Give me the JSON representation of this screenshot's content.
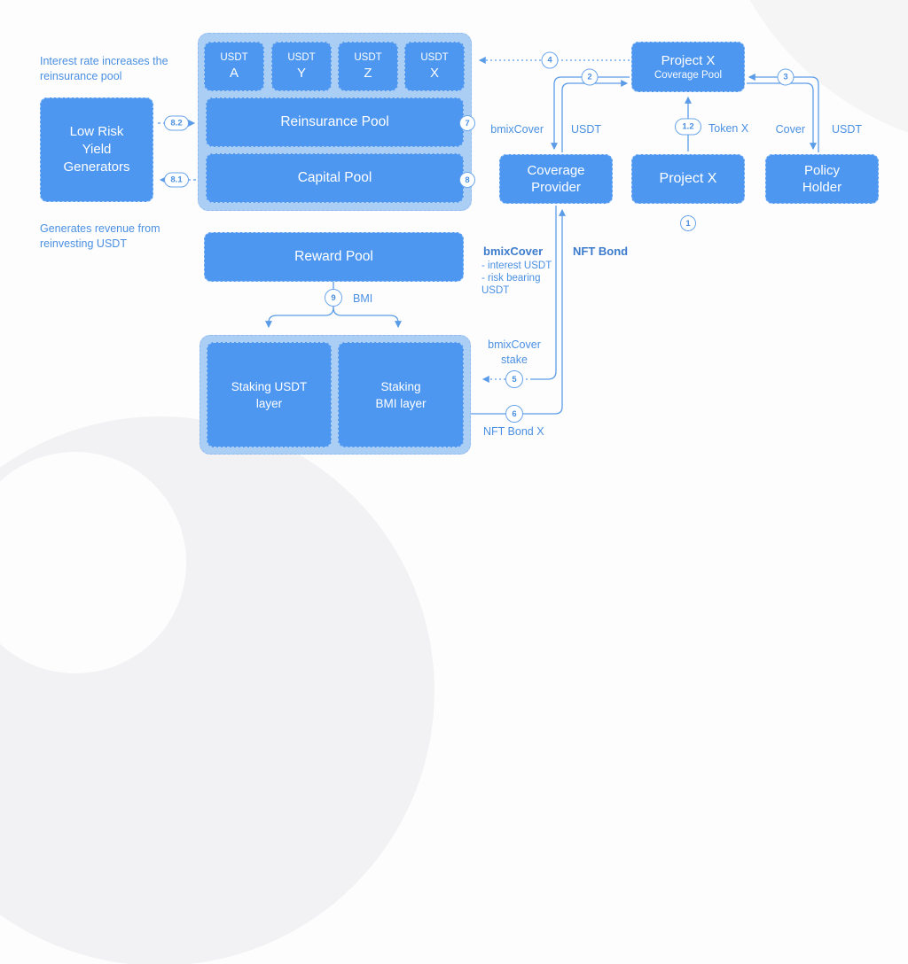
{
  "diagram": {
    "notes": {
      "top_left": "Interest rate increases the\nreinsurance pool",
      "bottom_left": "Generates revenue from\nreinvesting USDT"
    },
    "nodes": {
      "low_risk": "Low Risk\nYield\nGenerators",
      "tokens": [
        {
          "symbol": "USDT",
          "suffix": "A"
        },
        {
          "symbol": "USDT",
          "suffix": "Y"
        },
        {
          "symbol": "USDT",
          "suffix": "Z"
        },
        {
          "symbol": "USDT",
          "suffix": "X"
        }
      ],
      "reinsurance_pool": "Reinsurance Pool",
      "capital_pool": "Capital Pool",
      "reward_pool": "Reward Pool",
      "staking_usdt": "Staking USDT\nlayer",
      "staking_bmi": "Staking\nBMI layer",
      "coverage_provider": "Coverage\nProvider",
      "project_x": "Project X",
      "policy_holder": "Policy\nHolder",
      "project_x_pool": {
        "title": "Project X",
        "subtitle": "Coverage Pool"
      }
    },
    "steps": {
      "s1": "1",
      "s1_2": "1.2",
      "s2": "2",
      "s3": "3",
      "s4": "4",
      "s5": "5",
      "s6": "6",
      "s7": "7",
      "s8": "8",
      "s8_1": "8.1",
      "s8_2": "8.2",
      "s9": "9"
    },
    "edge_labels": {
      "bmixcover_up": "bmixCover",
      "usdt_cp": "USDT",
      "token_x": "Token X",
      "cover": "Cover",
      "usdt_ph": "USDT",
      "bmi": "BMI",
      "bmixcover_bond_title": "bmixCover",
      "bmixcover_bond_items": "- interest USDT\n- risk bearing\n  USDT",
      "nft_bond_title": "NFT Bond",
      "bmixcover_stake": "bmixCover\nstake",
      "nft_bond_x": "NFT Bond X"
    },
    "colors": {
      "node_fill": "#4e97f0",
      "container_fill": "#abcef5",
      "line": "#5b9ce8",
      "label_text": "#4a90e2",
      "label_bold_text": "#3d7ccc",
      "node_text": "#ffffff"
    }
  }
}
